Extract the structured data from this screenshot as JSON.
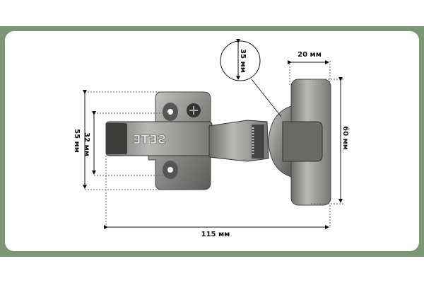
{
  "product": {
    "brand_stamp": "SETE"
  },
  "dimensions": {
    "cup_width": "20 мм",
    "cup_diameter": "35 мм",
    "cup_plate_height": "60 мм",
    "plate_height": "55 мм",
    "hole_spacing": "32 мм",
    "total_length": "115 мм"
  },
  "colors": {
    "frame": "#7a9674",
    "card": "#ffffff"
  }
}
